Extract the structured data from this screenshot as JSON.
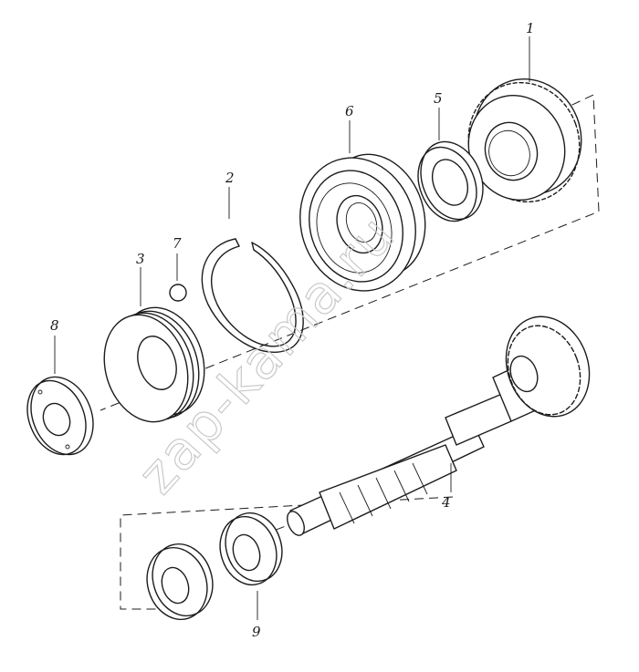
{
  "watermark": "zap-kama.ru",
  "callouts": [
    {
      "id": "1",
      "label": "1"
    },
    {
      "id": "2",
      "label": "2"
    },
    {
      "id": "3",
      "label": "3"
    },
    {
      "id": "4",
      "label": "4"
    },
    {
      "id": "5",
      "label": "5"
    },
    {
      "id": "6",
      "label": "6"
    },
    {
      "id": "7",
      "label": "7"
    },
    {
      "id": "8",
      "label": "8"
    },
    {
      "id": "9",
      "label": "9"
    }
  ]
}
